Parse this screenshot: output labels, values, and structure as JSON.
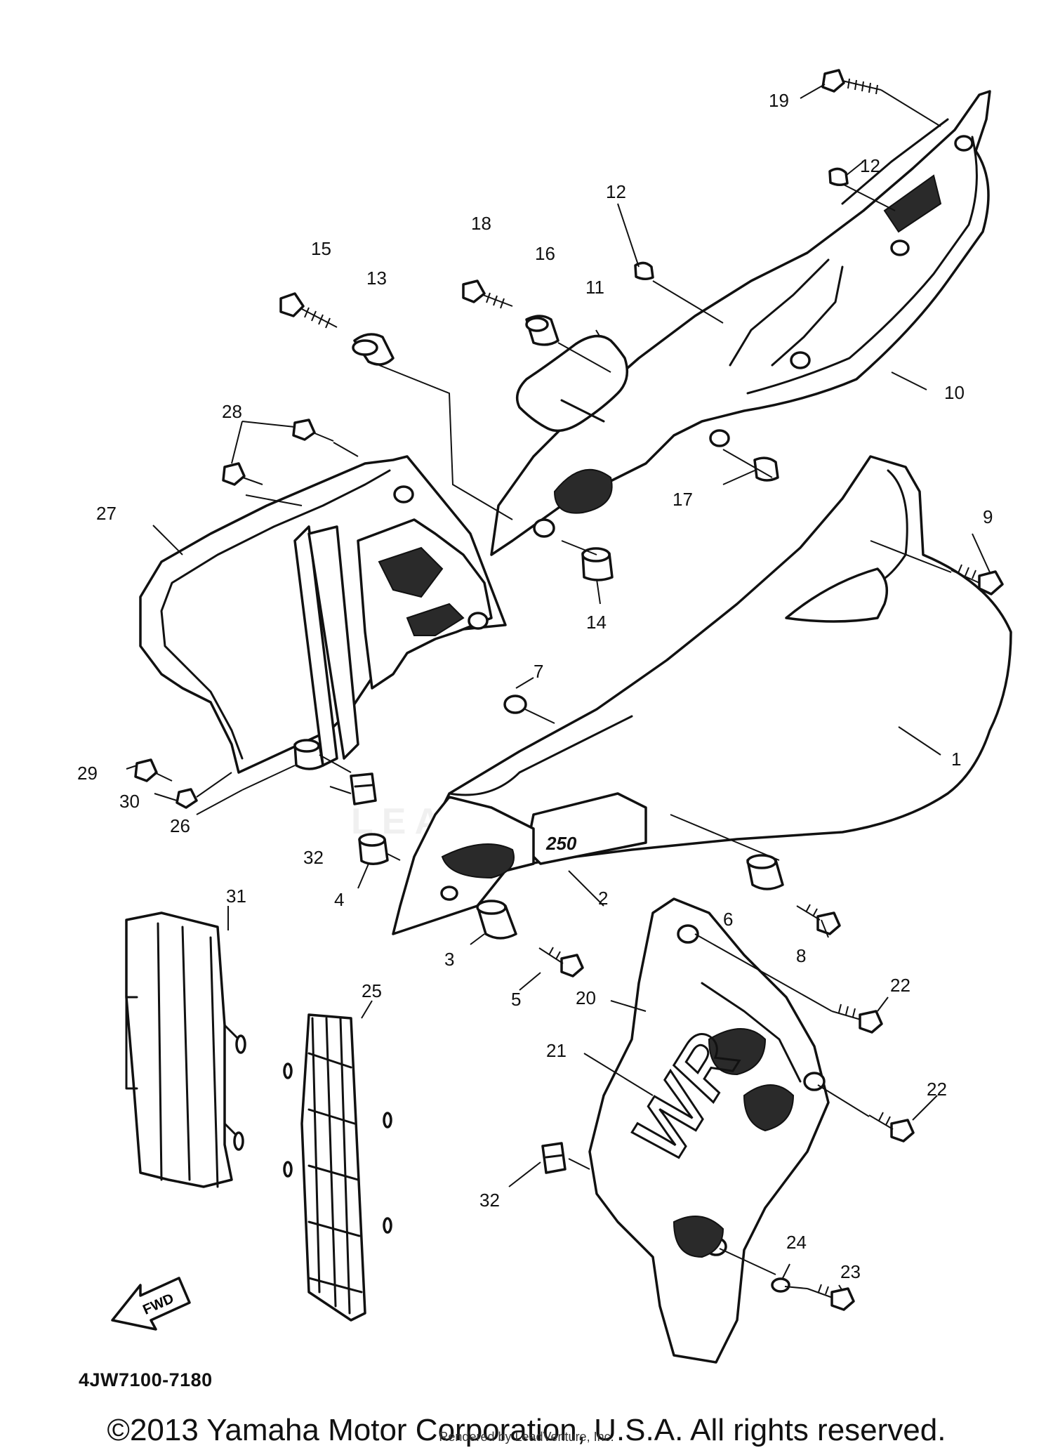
{
  "diagram": {
    "callouts": [
      "1",
      "2",
      "3",
      "4",
      "5",
      "6",
      "7",
      "8",
      "9",
      "10",
      "11",
      "12",
      "12",
      "13",
      "14",
      "15",
      "16",
      "17",
      "18",
      "19",
      "20",
      "21",
      "22",
      "22",
      "23",
      "24",
      "25",
      "26",
      "27",
      "28",
      "29",
      "30",
      "31",
      "32",
      "32"
    ],
    "part_code": "4JW7100-7180",
    "fwd_label": "FWD",
    "badge_number": "250",
    "shroud_logo": "WR",
    "watermark": "LEADVENTURE"
  },
  "footer": {
    "copyright": "©2013 Yamaha Motor Corporation, U.S.A. All rights reserved.",
    "rendered_by": "Rendered by LeadVenture, Inc."
  }
}
